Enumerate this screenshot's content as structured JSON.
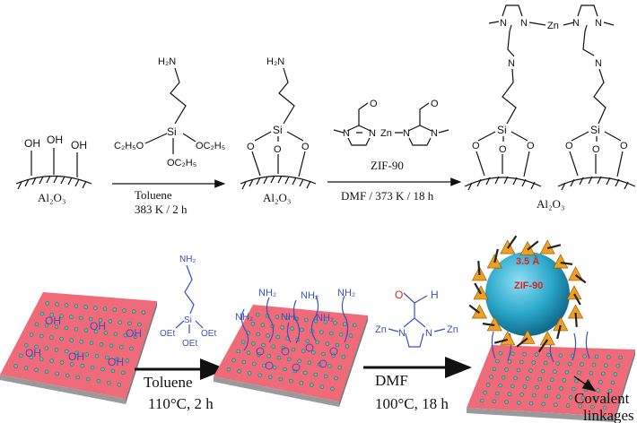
{
  "top_scheme": {
    "substrate_label": "Al₂O₃",
    "hydroxyl_label": "OH",
    "aptes": {
      "amine": "H₂N",
      "silicon": "Si",
      "ethoxy_left": "C₂H₅O",
      "ethoxy_right": "OC₂H₅",
      "ethoxy_bottom": "OC₂H₅"
    },
    "step1": {
      "solvent": "Toluene",
      "conditions": "383 K / 2 h"
    },
    "grafted": {
      "amine": "H₂N",
      "silicon": "Si",
      "oxygen": "O"
    },
    "zif_unit": {
      "name": "ZIF-90",
      "nitrogen": "N",
      "zinc": "Zn",
      "oxygen": "O"
    },
    "step2": {
      "conditions": "DMF / 373 K / 18 h"
    },
    "product": {
      "zinc": "Zn",
      "nitrogen": "N",
      "silicon": "Si",
      "oxygen": "O",
      "substrate_label": "Al₂O₃"
    }
  },
  "bottom_scheme": {
    "hydroxyl_label": "OH",
    "aptes": {
      "amine": "NH₂",
      "silicon": "Si",
      "ethoxy": "OEt"
    },
    "amine_label": "NH₂",
    "step1": {
      "solvent": "Toluene",
      "conditions": "110°C, 2 h"
    },
    "linker": {
      "zinc": "Zn",
      "nitrogen": "N",
      "oxygen": "O",
      "hydrogen": "H"
    },
    "step2": {
      "solvent": "DMF",
      "conditions": "100°C, 18 h"
    },
    "zif_cage": {
      "label": "ZIF-90",
      "pore_size": "3.5 Å"
    },
    "annotation": {
      "line1": "Covalent",
      "line2": "linkages"
    }
  },
  "colors": {
    "slab": "#f06b7a",
    "slab_edge": "#9a9a9a",
    "dot": "#5fb8b0",
    "sphere": "#2aa7c9",
    "tetrahedra": "#f0a020",
    "label_red": "#e02020",
    "molecule_blue": "#3a4fc0"
  }
}
